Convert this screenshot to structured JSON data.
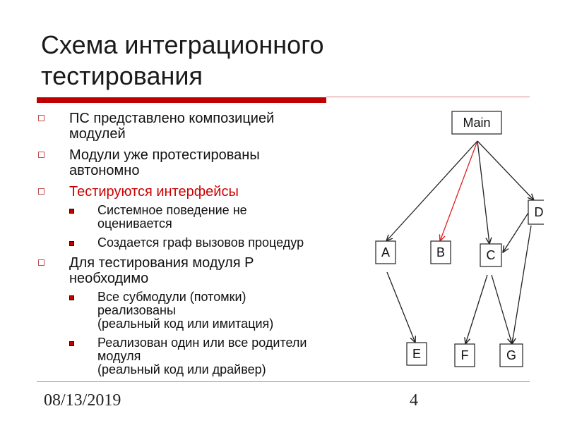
{
  "slide": {
    "title_lines": [
      "Схема интеграционного",
      "тестирования"
    ],
    "footer_date": "08/13/2019",
    "page_number": "4"
  },
  "colors": {
    "accent": "#c00000",
    "rule_thin": "#d88080",
    "bullet_outline": "#c05050",
    "highlight_text": "#cc0000",
    "text": "#111111",
    "node_border": "#222222",
    "highlight_edge": "#e02020"
  },
  "bullets": [
    {
      "lines": [
        "ПС представлено композицией",
        "модулей"
      ],
      "highlight": false,
      "children": []
    },
    {
      "lines": [
        "Модули уже протестированы",
        "автономно"
      ],
      "highlight": false,
      "children": []
    },
    {
      "lines": [
        "Тестируются интерфейсы"
      ],
      "highlight": true,
      "children": [
        {
          "lines": [
            "Системное поведение не",
            "оценивается"
          ]
        },
        {
          "lines": [
            "Создается граф вызовов процедур"
          ]
        }
      ]
    },
    {
      "lines": [
        "Для тестирования модуля P",
        "необходимо"
      ],
      "highlight": false,
      "children": [
        {
          "lines": [
            "Все субмодули (потомки)",
            "реализованы",
            "(реальный код или имитация)"
          ]
        },
        {
          "lines": [
            "Реализован один или все родители",
            "модуля",
            "(реальный код или драйвер)"
          ]
        }
      ]
    }
  ],
  "graph": {
    "nodes": [
      {
        "id": "main",
        "label": "Main"
      },
      {
        "id": "A",
        "label": "A"
      },
      {
        "id": "B",
        "label": "B"
      },
      {
        "id": "C",
        "label": "C"
      },
      {
        "id": "D",
        "label": "D"
      },
      {
        "id": "E",
        "label": "E"
      },
      {
        "id": "F",
        "label": "F"
      },
      {
        "id": "G",
        "label": "G"
      }
    ],
    "edges": [
      {
        "from": "main",
        "to": "A",
        "highlight": false
      },
      {
        "from": "main",
        "to": "B",
        "highlight": true
      },
      {
        "from": "main",
        "to": "C",
        "highlight": false
      },
      {
        "from": "main",
        "to": "D",
        "highlight": false
      },
      {
        "from": "D",
        "to": "C",
        "highlight": false
      },
      {
        "from": "D",
        "to": "G",
        "highlight": false
      },
      {
        "from": "A",
        "to": "E",
        "highlight": false
      },
      {
        "from": "C",
        "to": "F",
        "highlight": false
      },
      {
        "from": "C",
        "to": "G",
        "highlight": false
      }
    ]
  }
}
